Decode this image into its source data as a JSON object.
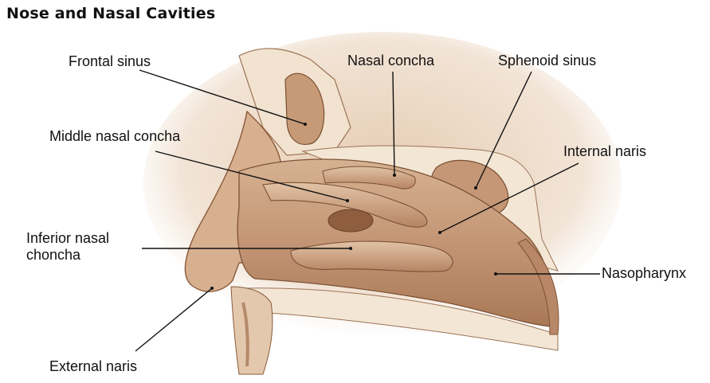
{
  "title": "Nose and Nasal Cavities",
  "labels": {
    "frontal_sinus": "Frontal sinus",
    "nasal_concha": "Nasal concha",
    "sphenoid_sinus": "Sphenoid sinus",
    "middle_nasal_concha": "Middle nasal concha",
    "internal_naris": "Internal naris",
    "inferior_nasal_concha_line1": "Inferior nasal",
    "inferior_nasal_concha_line2": "choncha",
    "nasopharynx": "Nasopharynx",
    "external_naris": "External naris"
  },
  "colors": {
    "tissue": "#c9a07c",
    "tissue_dark": "#8a5a3b",
    "bone": "#f1e3cf",
    "leader": "#111111"
  }
}
